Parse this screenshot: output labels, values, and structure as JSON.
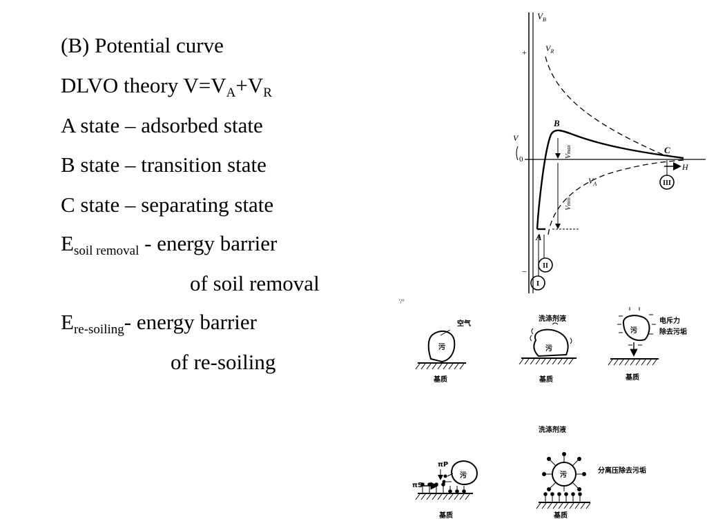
{
  "slide": {
    "lines": [
      {
        "text": "(B) Potential curve"
      },
      {
        "text": "DLVO theory V=V",
        "sub1": "A",
        "mid": "+V",
        "sub2": "R"
      },
      {
        "text": "A state – adsorbed state"
      },
      {
        "text": "B state – transition state"
      },
      {
        "text": "C state – separating state"
      },
      {
        "text": "E",
        "sub": "soil removal",
        "tail": " - energy barrier"
      },
      {
        "text": "of soil removal"
      },
      {
        "text": "E",
        "sub": "re-soiling",
        "tail": "- energy barrier"
      },
      {
        "text": "of re-soiling"
      }
    ]
  },
  "potential_diagram": {
    "axis_y": "V",
    "axis_y_sub": "B",
    "axis_x": "H",
    "plus": "+",
    "minus": "−",
    "zero": "0",
    "curve_vr": "V",
    "curve_vr_sub": "R",
    "curve_va": "V",
    "curve_va_sub": "A",
    "point_b": "B",
    "point_c": "C",
    "point_a": "A",
    "vmax": "V",
    "vmax_sub": "max",
    "vmin": "V",
    "vmin_sub": "min",
    "circle_1": "I",
    "circle_2": "II",
    "circle_3": "III",
    "side_mark": "V",
    "small_mark": "'/°"
  },
  "panels": {
    "p1_air": "空气",
    "p1_soil": "污",
    "p1_substrate": "基质",
    "p2_detergent": "洗涤剂液",
    "p2_soil": "污",
    "p2_substrate": "基质",
    "p3_label_line1": "电斥力",
    "p3_label_line2": "除去污垢",
    "p3_soil": "污",
    "p3_substrate": "基质",
    "bottom_detergent": "洗涤剂液",
    "p4_pi_p": "πP",
    "p4_pi_s": "πS",
    "p4_soil": "污",
    "p4_substrate": "基质",
    "p5_label": "分离压除去污垢",
    "p5_soil": "污",
    "p5_substrate": "基质"
  }
}
